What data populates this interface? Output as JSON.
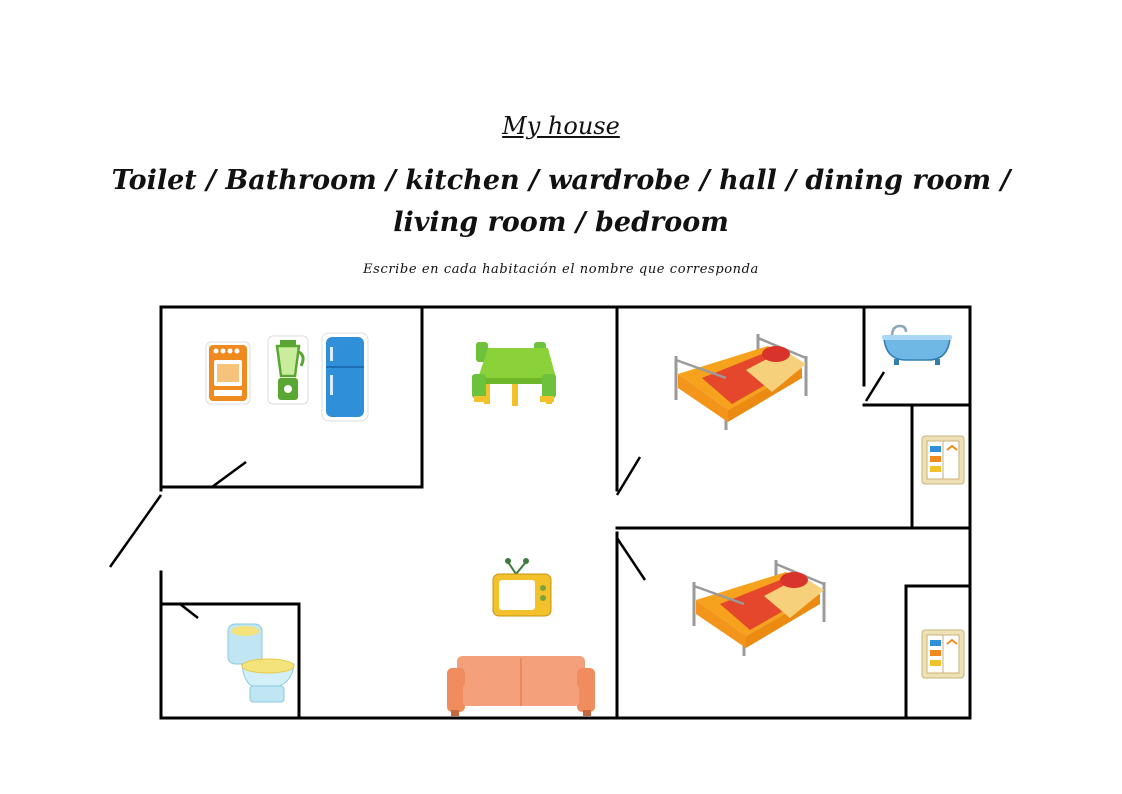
{
  "document": {
    "title": "My house",
    "word_bank_line1": "Toilet / Bathroom / kitchen / wardrobe / hall / dining room /",
    "word_bank_line2": "living room / bedroom",
    "instruction": "Escribe en cada habitación el nombre que corresponda"
  },
  "floor_plan": {
    "icons": [
      "stove-icon",
      "blender-icon",
      "fridge-icon",
      "dining-table-icon",
      "bed-icon",
      "bathtub-icon",
      "wardrobe-icon",
      "tv-icon",
      "sofa-icon",
      "toilet-icon"
    ]
  },
  "colors": {
    "wall": "#000000",
    "orange": "#ef8a1f",
    "green": "#8bd13a",
    "blue": "#2f8fd8",
    "red": "#d9342b"
  }
}
